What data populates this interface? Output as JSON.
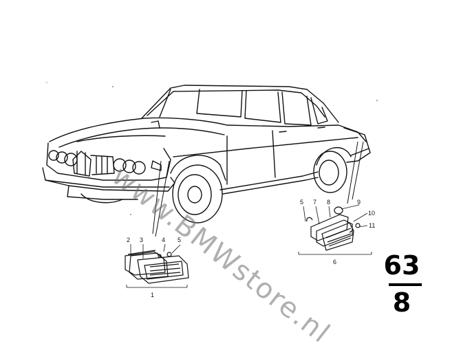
{
  "watermark": "www.BMWstore.nl",
  "group": {
    "main": "63",
    "sub": "8"
  },
  "callouts": [
    "1",
    "2",
    "3",
    "4",
    "5",
    "5",
    "6",
    "7",
    "8",
    "9",
    "10",
    "11"
  ],
  "assemblies": [
    "1",
    "6"
  ]
}
